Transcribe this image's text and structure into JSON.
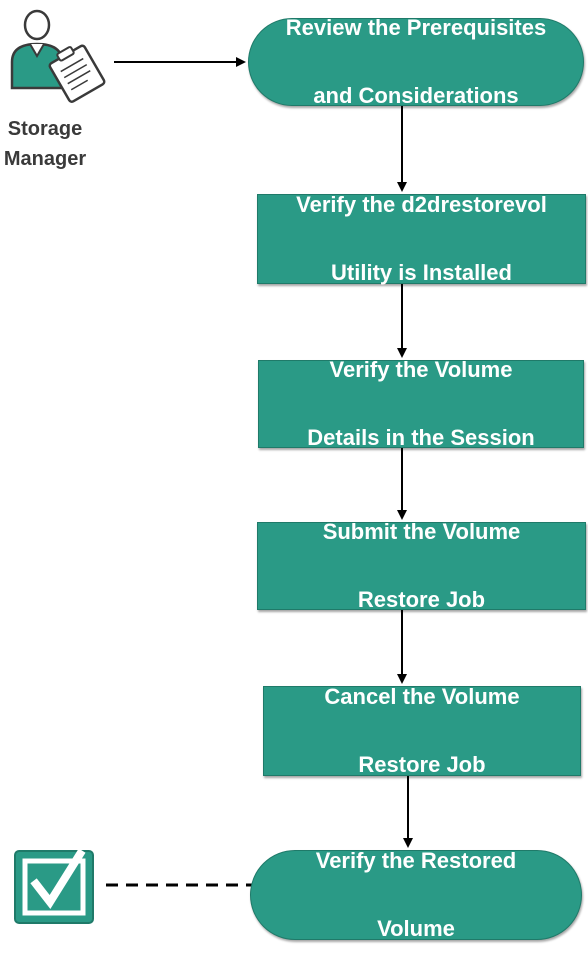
{
  "actor": {
    "label_line1": "Storage",
    "label_line2": "Manager",
    "icon": "storage-manager-person-clipboard-icon"
  },
  "steps": [
    {
      "line1": "Review the Prerequisites",
      "line2": "and Considerations",
      "shape": "pill"
    },
    {
      "line1": "Verify the d2drestorevol",
      "line2": "Utility is Installed",
      "shape": "rect"
    },
    {
      "line1": "Verify the Volume",
      "line2": "Details in the Session",
      "shape": "rect"
    },
    {
      "line1": "Submit the Volume",
      "line2": "Restore Job",
      "shape": "rect"
    },
    {
      "line1": "Cancel the Volume",
      "line2": "Restore Job",
      "shape": "rect"
    },
    {
      "line1": "Verify the Restored",
      "line2": "Volume",
      "shape": "pill"
    }
  ],
  "completion_icon": "checkbox-check-icon",
  "colors": {
    "node_fill": "#2a9a86",
    "node_border": "#1f7a69",
    "connector": "#000000",
    "actor_text": "#3a3a3a"
  }
}
